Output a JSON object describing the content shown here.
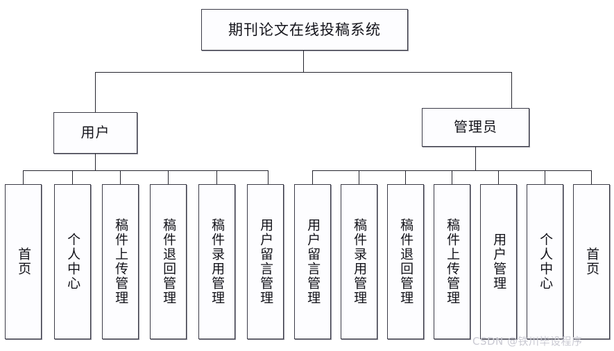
{
  "diagram": {
    "type": "tree-hierarchy",
    "title": "期刊论文在线投稿系统",
    "root": {
      "label": "期刊论文在线投稿系统"
    },
    "branches": [
      {
        "id": "user",
        "label": "用户",
        "leaves": [
          {
            "label": "首页"
          },
          {
            "label": "个人中心"
          },
          {
            "label": "稿件上传管理"
          },
          {
            "label": "稿件退回管理"
          },
          {
            "label": "稿件录用管理"
          },
          {
            "label": "用户留言管理"
          }
        ]
      },
      {
        "id": "admin",
        "label": "管理员",
        "leaves": [
          {
            "label": "用户留言管理"
          },
          {
            "label": "稿件录用管理"
          },
          {
            "label": "稿件退回管理"
          },
          {
            "label": "稿件上传管理"
          },
          {
            "label": "用户管理"
          },
          {
            "label": "个人中心"
          },
          {
            "label": "首页"
          }
        ]
      }
    ]
  },
  "watermark": {
    "text": "CSDN @铁川毕设程序"
  },
  "colors": {
    "box_border": "#3a3a46",
    "box_fill": "#fdfdff",
    "line": "#23232c",
    "text": "#13131a",
    "watermark": "#c9c9d2",
    "background": "#ffffff"
  }
}
